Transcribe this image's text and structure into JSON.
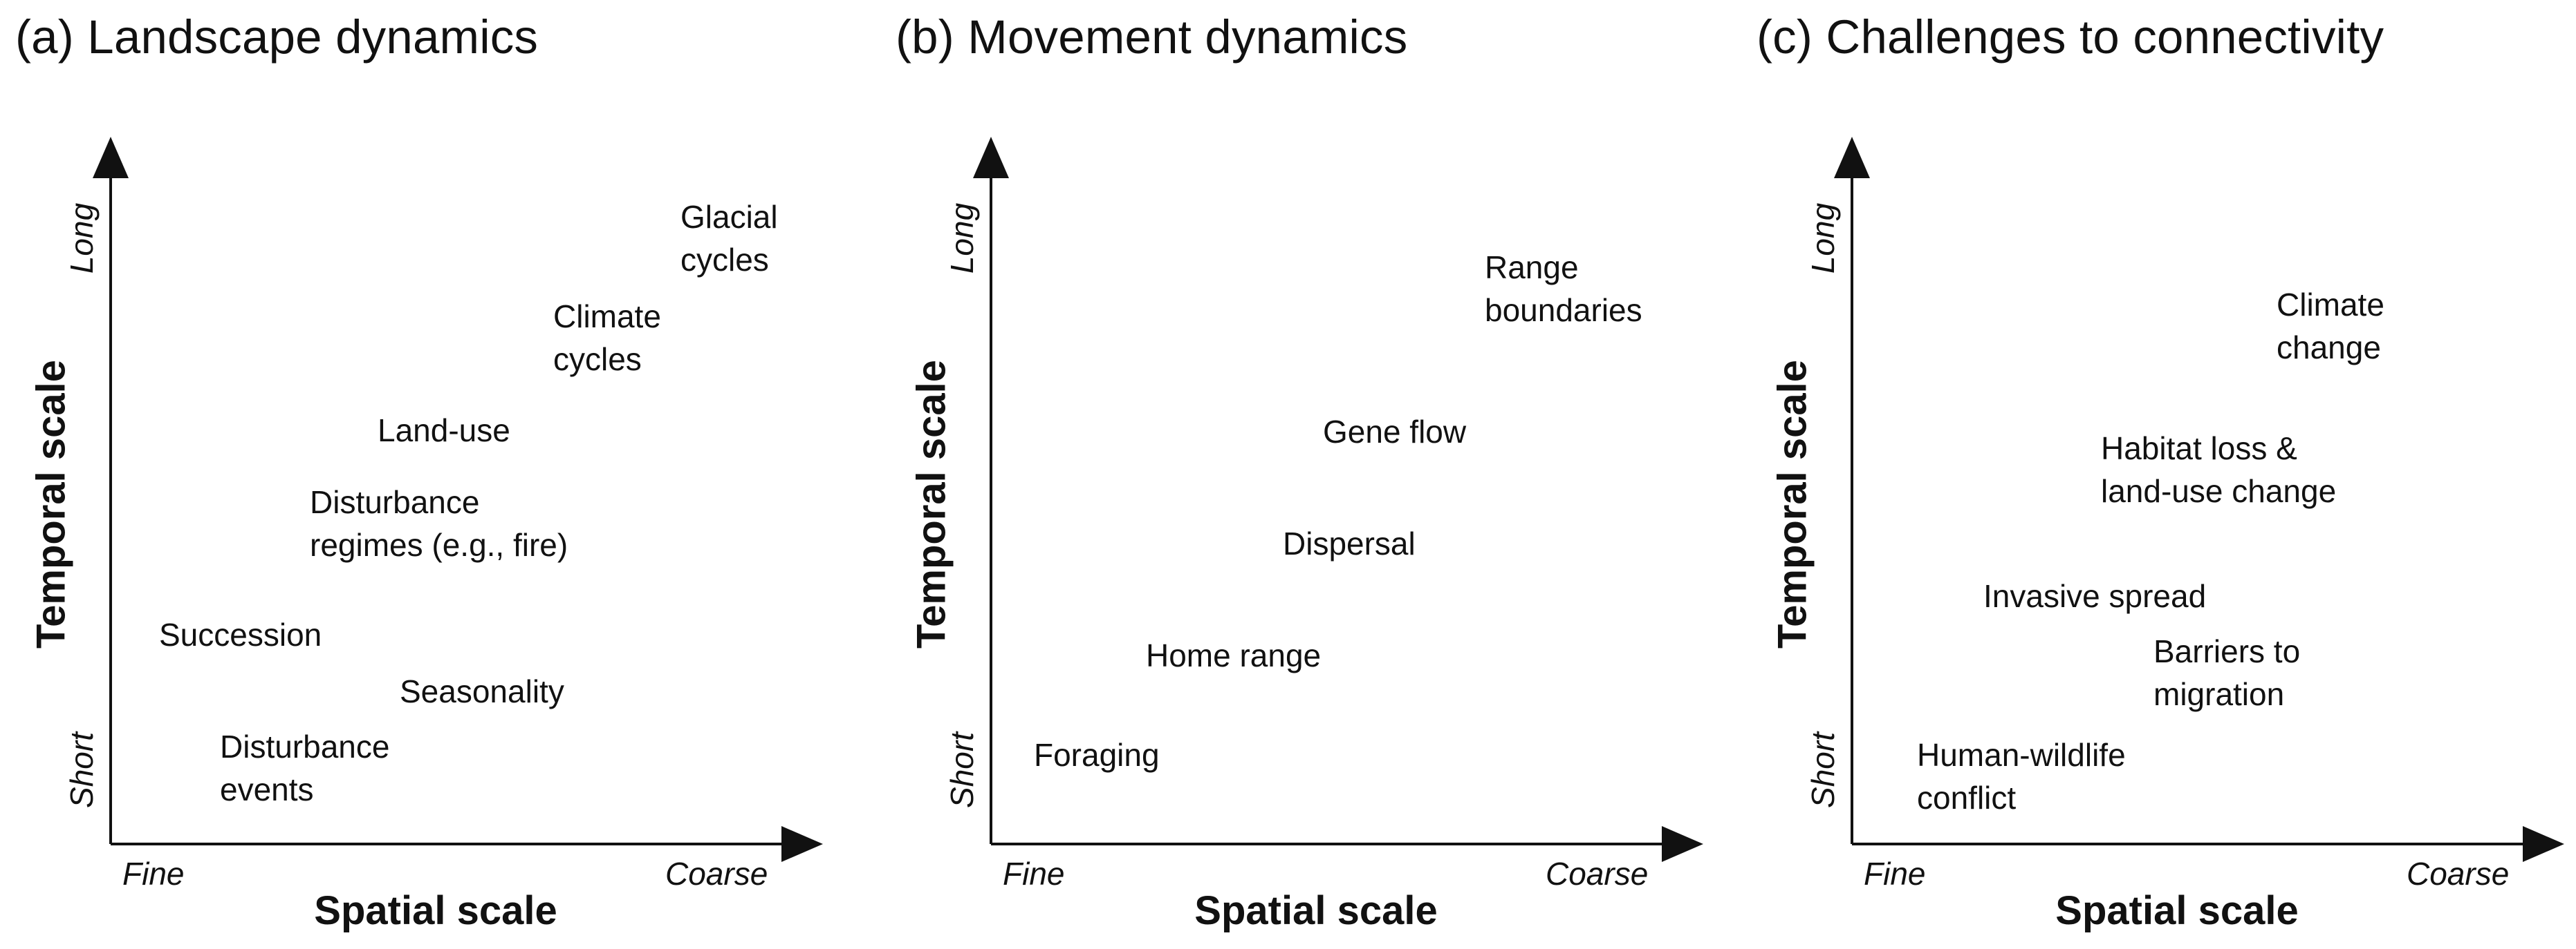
{
  "panels": [
    {
      "title": "(a) Landscape dynamics",
      "y_axis": "Temporal scale",
      "x_axis": "Spatial scale",
      "y_low": "Short",
      "y_high": "Long",
      "x_low": "Fine",
      "x_high": "Coarse",
      "items": [
        "Glacial\ncycles",
        "Climate\ncycles",
        "Land-use",
        "Disturbance\nregimes (e.g., fire)",
        "Succession",
        "Seasonality",
        "Disturbance\nevents"
      ]
    },
    {
      "title": "(b) Movement dynamics",
      "y_axis": "Temporal scale",
      "x_axis": "Spatial scale",
      "y_low": "Short",
      "y_high": "Long",
      "x_low": "Fine",
      "x_high": "Coarse",
      "items": [
        "Range\nboundaries",
        "Gene flow",
        "Dispersal",
        "Home range",
        "Foraging"
      ]
    },
    {
      "title": "(c) Challenges to connectivity",
      "y_axis": "Temporal scale",
      "x_axis": "Spatial scale",
      "y_low": "Short",
      "y_high": "Long",
      "x_low": "Fine",
      "x_high": "Coarse",
      "items": [
        "Climate\nchange",
        "Habitat loss &\nland-use change",
        "Invasive spread",
        "Barriers to\nmigration",
        "Human-wildlife\nconflict"
      ]
    }
  ]
}
